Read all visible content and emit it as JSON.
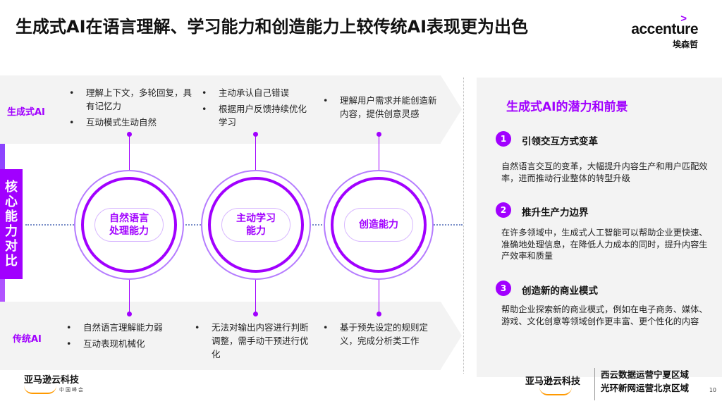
{
  "slide": {
    "title": "生成式AI在语言理解、学习能力和创造能力上较传统AI表现更为出色",
    "page_number": "10"
  },
  "logo": {
    "wordmark": "accenture",
    "chinese": "埃森哲",
    "accent_mark": ">",
    "accent_color": "#a100ff"
  },
  "rows": {
    "generative_label": "生成式AI",
    "traditional_label": "传统AI",
    "center_label_chars": [
      "核",
      "心",
      "能",
      "力",
      "对",
      "比"
    ]
  },
  "generative": [
    {
      "items": [
        "理解上下文，多轮回复，具有记忆力",
        "互动模式生动自然"
      ]
    },
    {
      "items": [
        "主动承认自己错误",
        "根据用户反馈持续优化学习"
      ]
    },
    {
      "items": [
        "理解用户需求并能创造新内容，提供创意灵感"
      ]
    }
  ],
  "circles": [
    {
      "label_line1": "自然语言",
      "label_line2": "处理能力"
    },
    {
      "label_line1": "主动学习",
      "label_line2": "能力"
    },
    {
      "label_line1": "创造能力",
      "label_line2": ""
    }
  ],
  "traditional": [
    {
      "items": [
        "自然语言理解能力弱",
        "互动表现机械化"
      ]
    },
    {
      "items": [
        "无法对输出内容进行判断调整，需手动干预进行优化"
      ]
    },
    {
      "items": [
        "基于预先设定的规则定义，完成分析类工作"
      ]
    }
  ],
  "panel": {
    "title": "生成式AI的潜力和前景",
    "items": [
      {
        "num": "1",
        "heading": "引领交互方式变革",
        "body": "自然语言交互的变革，大幅提升内容生产和用户匹配效率，进而推动行业整体的转型升级"
      },
      {
        "num": "2",
        "heading": "推升生产力边界",
        "body": "在许多领域中，生成式人工智能可以帮助企业更快速、准确地处理信息，在降低人力成本的同时，提升内容生产效率和质量"
      },
      {
        "num": "3",
        "heading": "创造新的商业模式",
        "body": "帮助企业探索新的商业模式，例如在电子商务、媒体、游戏、文化创意等领域创作更丰富、更个性化的内容"
      }
    ]
  },
  "footer": {
    "aws_left": "亚马逊云科技",
    "aws_left_sub": "中国峰会",
    "aws_right": "亚马逊云科技",
    "regions": [
      "西云数据运营宁夏区域",
      "光环新网运营北京区域"
    ]
  },
  "colors": {
    "accent": "#a100ff",
    "band": "#f3f3f3",
    "dashed_axis": "#7a8fc8",
    "aws_orange": "#ff9900"
  }
}
